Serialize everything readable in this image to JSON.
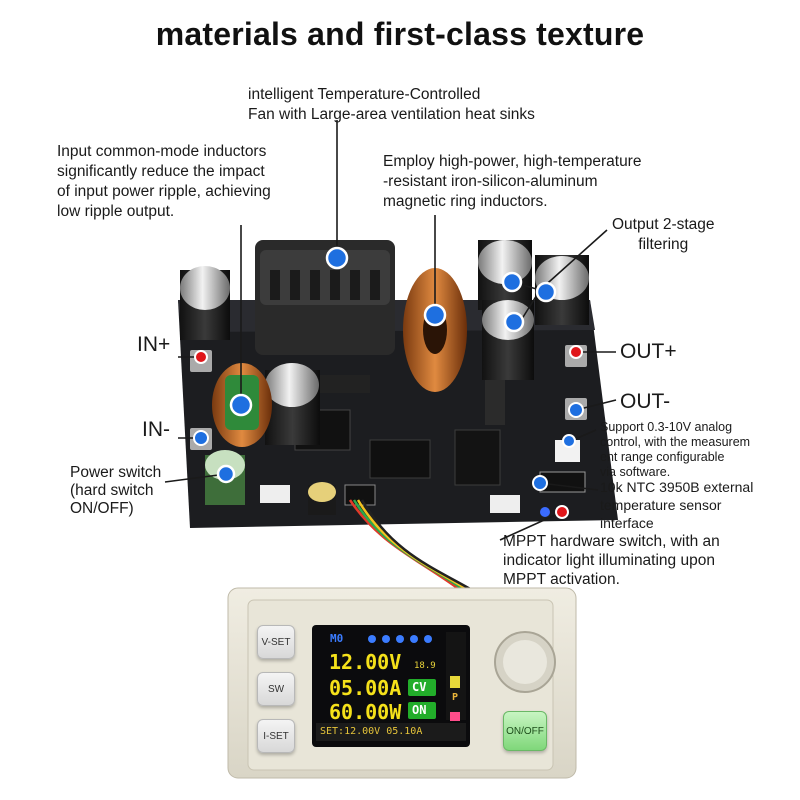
{
  "title": "materials and first-class texture",
  "annotations": {
    "fan": [
      "intelligent Temperature-Controlled",
      "Fan with Large-area ventilation heat sinks"
    ],
    "inductors_input": [
      "Input common-mode inductors",
      "significantly reduce the impact",
      "of input power ripple, achieving",
      "low ripple output."
    ],
    "magnetic_ring": [
      "Employ high-power, high-temperature",
      "-resistant iron-silicon-aluminum",
      "magnetic ring inductors."
    ],
    "output_filter": [
      "Output 2-stage",
      "filtering"
    ],
    "in_plus": "IN+",
    "in_minus": "IN-",
    "out_plus": "OUT+",
    "out_minus": "OUT-",
    "power_switch": [
      "Power switch",
      "(hard switch",
      "ON/OFF)"
    ],
    "analog_control": [
      "Support 0.3-10V analog",
      "control, with the measurem",
      "ent range configurable",
      "via software."
    ],
    "ntc": [
      "10k NTC 3950B external",
      "temperature sensor",
      "interface"
    ],
    "mppt": [
      "MPPT hardware switch, with an",
      "indicator light illuminating upon",
      "MPPT activation."
    ]
  },
  "device": {
    "buttons": {
      "vset": "V-SET",
      "sw": "SW",
      "iset": "I-SET",
      "onoff": "ON/OFF"
    },
    "screen": {
      "mode": "M0",
      "voltage": "12.00V",
      "current": "05.00A",
      "power": "60.00W",
      "temperature": "18.9",
      "cv": "CV",
      "on": "ON",
      "p_icon": "P",
      "set_line": "SET:12.00V 05.10A"
    }
  },
  "colors": {
    "pointer_blue": "#1e6fe0",
    "pointer_red": "#e0161a",
    "screen_yellow": "#f5e11a",
    "screen_green": "#2bb52b",
    "board": "#1c1d20"
  }
}
